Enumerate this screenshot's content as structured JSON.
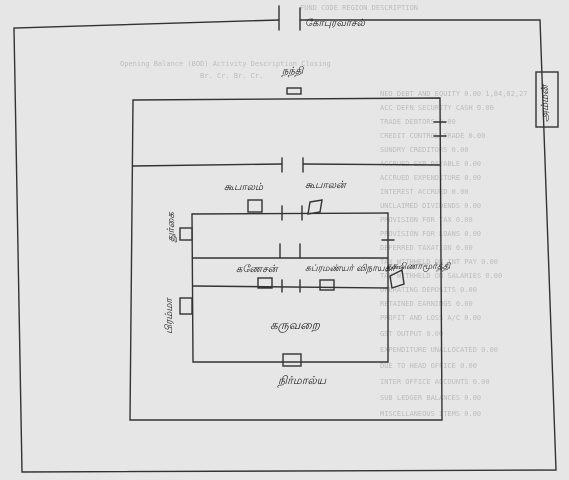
{
  "labels": {
    "gopuram": "கோபுரவாசல்",
    "nandi": "நந்தி",
    "amman": "அம்மன்",
    "kubalam": "கூபாலம்",
    "kubalam2": "கூபாலன்",
    "durgai": "துர்கை",
    "ganesha": "கணேசன்",
    "subramaniyar": "சுப்ரமண்யர் விநாயகர்",
    "dakshinamurthy": "தக்ஷிணாமூர்த்தி",
    "brahma": "பிரம்மா",
    "garbhagriha": "கருவறை",
    "nirmalyam": "நிர்மால்ய"
  },
  "background_text": [
    "FUND CODE   REGION   DESCRIPTION",
    "Opening Balance (BOD)    Activity Description   Closing",
    "Br.        Cr.        Br.        Cr.",
    "NEO DEBT AND EQUITY   0.00   1,84,62,27",
    "ACC DEFN SECURITY CASH   0.00",
    "TRADE DEBTORS   0.00",
    "CREDIT CONTROL TRADE   0.00",
    "SUNDRY CREDITORS   0.00",
    "ACCRUED EXP PAYABLE   0.00",
    "ACCRUED EXPENDITURE   0.00",
    "INTEREST ACCRUED   0.00",
    "UNCLAIMED DIVIDENDS   0.00",
    "PROVISION FOR TAX   0.00",
    "PROVISION FOR LOANS   0.00",
    "DEFERRED TAXATION   0.00",
    "TAX WITHHELD ON INT PAY   0.00",
    "TAX WITHHELD ON SALARIES   0.00",
    "OPERATING DEPOSITS   0.00",
    "RETAINED EARNINGS   0.00",
    "PROFIT AND LOSS A/C   0.00",
    "GST OUTPUT   0.00",
    "EXPENDITURE UNALLOCATED   0.00",
    "DUE TO HEAD OFFICE   0.00",
    "INTER OFFICE ACCOUNTS   0.00",
    "SUB LEDGER BALANCES   0.00",
    "MISCELLANEOUS ITEMS   0.00"
  ]
}
